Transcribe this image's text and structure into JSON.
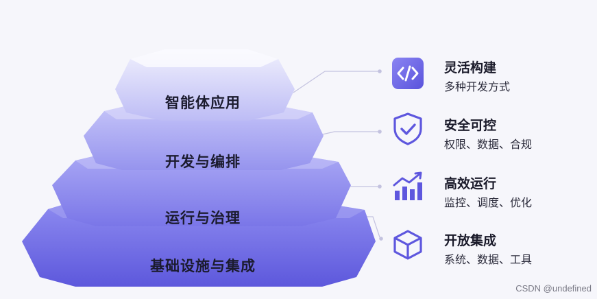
{
  "pyramid": {
    "layers": [
      {
        "label": "智能体应用"
      },
      {
        "label": "开发与编排"
      },
      {
        "label": "运行与治理"
      },
      {
        "label": "基础设施与集成"
      }
    ]
  },
  "features": [
    {
      "icon": "code-icon",
      "title": "灵活构建",
      "desc": "多种开发方式"
    },
    {
      "icon": "shield-check-icon",
      "title": "安全可控",
      "desc": "权限、数据、合规"
    },
    {
      "icon": "bar-chart-trend-icon",
      "title": "高效运行",
      "desc": "监控、调度、优化"
    },
    {
      "icon": "cube-icon",
      "title": "开放集成",
      "desc": "系统、数据、工具"
    }
  ],
  "colors": {
    "accent": "#6b63e6",
    "layer_top": "#e4e4fb",
    "layer_bottom": "#7672ea"
  },
  "watermark": "CSDN @undefined"
}
